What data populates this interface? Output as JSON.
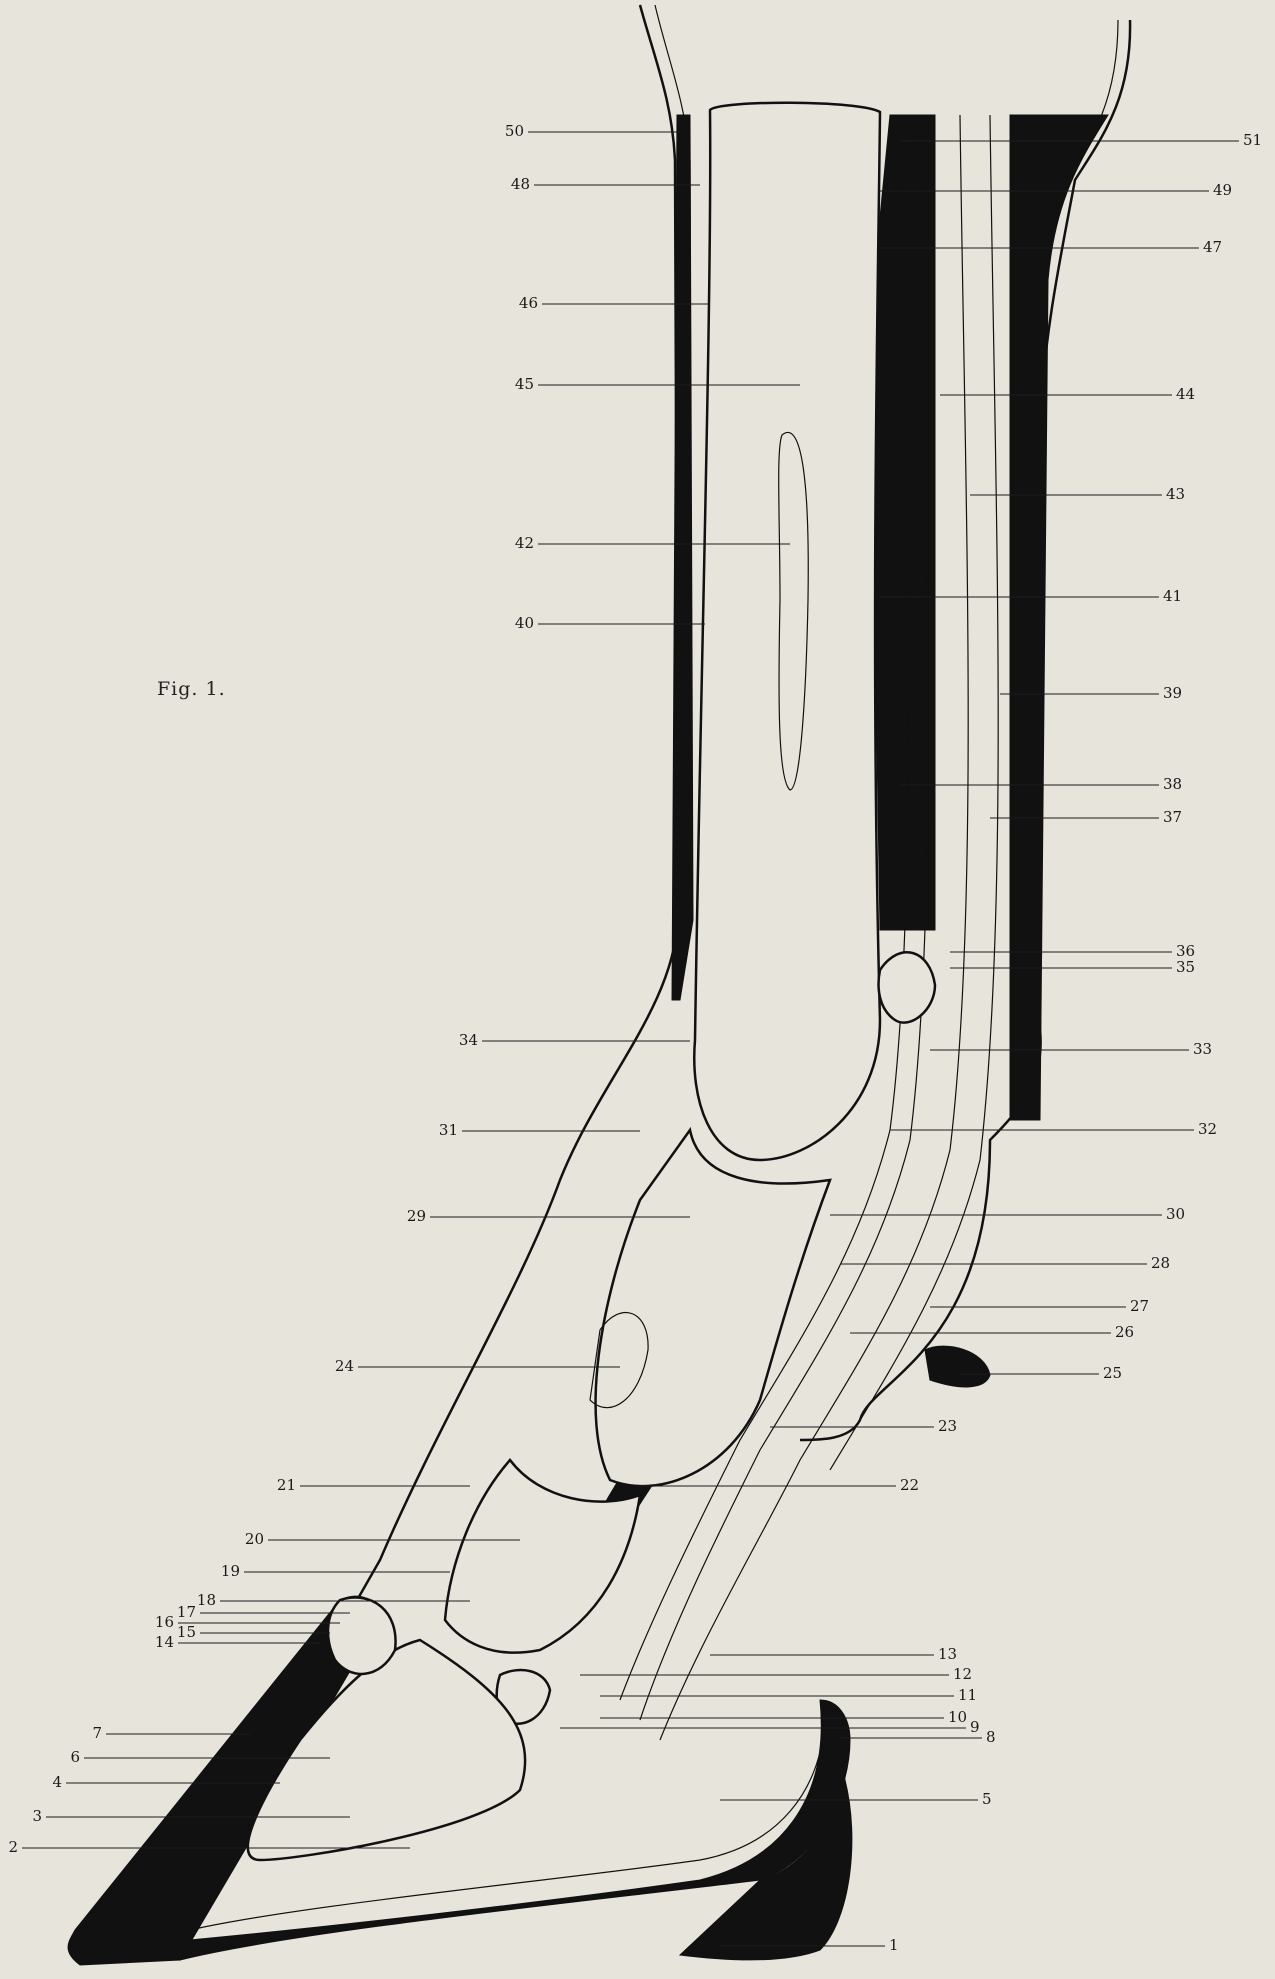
{
  "figure": {
    "title": "Fig. 1."
  },
  "labels": [
    "1",
    "2",
    "3",
    "4",
    "5",
    "6",
    "7",
    "8",
    "9",
    "10",
    "11",
    "12",
    "13",
    "14",
    "15",
    "16",
    "17",
    "18",
    "19",
    "20",
    "21",
    "22",
    "23",
    "24",
    "25",
    "26",
    "27",
    "28",
    "29",
    "30",
    "31",
    "32",
    "33",
    "34",
    "35",
    "36",
    "37",
    "38",
    "39",
    "40",
    "41",
    "42",
    "43",
    "44",
    "45",
    "46",
    "47",
    "48",
    "49",
    "50",
    "51"
  ],
  "colors": {
    "paper": "#e7e4dc",
    "ink": "#111111"
  }
}
